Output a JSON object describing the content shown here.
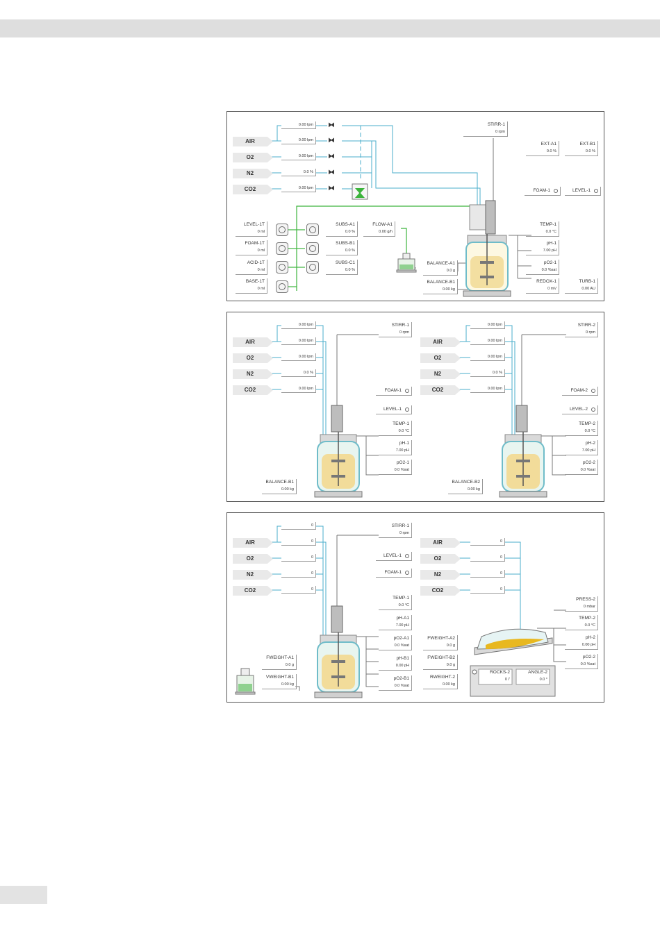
{
  "panel1": {
    "gases": [
      "AIR",
      "O2",
      "N2",
      "CO2"
    ],
    "flows": [
      "0.00 lpm",
      "0.00 lpm",
      "0.00 lpm",
      "0.0 %",
      "0.00 lpm"
    ],
    "stirr": {
      "label": "STIRR-1",
      "value": "0 rpm"
    },
    "ext_a": {
      "label": "EXT-A1",
      "value": "0.0 %"
    },
    "ext_b": {
      "label": "EXT-B1",
      "value": "0.0 %"
    },
    "foam": "FOAM-1",
    "level": "LEVEL-1",
    "levels_left": [
      {
        "label": "LEVEL-1T",
        "value": "0 ml"
      },
      {
        "label": "FOAM-1T",
        "value": "0 ml"
      },
      {
        "label": "ACID-1T",
        "value": "0 ml"
      },
      {
        "label": "BASE-1T",
        "value": "0 ml"
      }
    ],
    "subs": [
      {
        "label": "SUBS-A1",
        "value": "0.0 %"
      },
      {
        "label": "SUBS-B1",
        "value": "0.0 %"
      },
      {
        "label": "SUBS-C1",
        "value": "0.0 %"
      }
    ],
    "flow_a": {
      "label": "FLOW-A1",
      "value": "0.00 g/h"
    },
    "balance_a": {
      "label": "BALANCE-A1",
      "value": "0.0 g"
    },
    "balance_b": {
      "label": "BALANCE-B1",
      "value": "0.00 kg"
    },
    "right": [
      {
        "label": "TEMP-1",
        "value": "0.0 °C"
      },
      {
        "label": "pH-1",
        "value": "7.00 pH"
      },
      {
        "label": "pO2-1",
        "value": "0.0 %sat"
      },
      {
        "label": "REDOX-1",
        "value": "0 mV"
      }
    ],
    "turb": {
      "label": "TURB-1",
      "value": "0.00 AU"
    }
  },
  "panel2": {
    "gases": [
      "AIR",
      "O2",
      "N2",
      "CO2"
    ],
    "left": {
      "flows": [
        "0.00 lpm",
        "0.00 lpm",
        "0.00 lpm",
        "0.0 %",
        "0.00 lpm"
      ],
      "stirr": {
        "label": "STIRR-1",
        "value": "0 rpm"
      },
      "foam": "FOAM-1",
      "level": "LEVEL-1",
      "right": [
        {
          "label": "TEMP-1",
          "value": "0.0 °C"
        },
        {
          "label": "pH-1",
          "value": "7.00 pH"
        },
        {
          "label": "pO2-1",
          "value": "0.0 %sat"
        }
      ],
      "balance": {
        "label": "BALANCE-B1",
        "value": "0.00 kg"
      }
    },
    "right": {
      "flows": [
        "0.00 lpm",
        "0.00 lpm",
        "0.00 lpm",
        "0.0 %",
        "0.00 lpm"
      ],
      "stirr": {
        "label": "STIRR-2",
        "value": "0 rpm"
      },
      "foam": "FOAM-2",
      "level": "LEVEL-2",
      "right": [
        {
          "label": "TEMP-2",
          "value": "0.0 °C"
        },
        {
          "label": "pH-2",
          "value": "7.00 pH"
        },
        {
          "label": "pO2-2",
          "value": "0.0 %sat"
        }
      ],
      "balance": {
        "label": "BALANCE-B2",
        "value": "0.00 kg"
      }
    }
  },
  "panel3": {
    "gases": [
      "AIR",
      "O2",
      "N2",
      "CO2"
    ],
    "left": {
      "flows": [
        "0",
        "0",
        "0",
        "0",
        "0"
      ],
      "stirr": {
        "label": "STIRR-1",
        "value": "0 rpm"
      },
      "level": "LEVEL-1",
      "foam": "FOAM-1",
      "right": [
        {
          "label": "TEMP-1",
          "value": "0.0 °C"
        },
        {
          "label": "pH-A1",
          "value": "7.00 pH"
        },
        {
          "label": "pO2-A1",
          "value": "0.0 %sat"
        },
        {
          "label": "pH-B1",
          "value": "0.00 pH"
        },
        {
          "label": "pO2-B1",
          "value": "0.0 %sat"
        }
      ],
      "fweight": {
        "label": "FWEIGHT-A1",
        "value": "0.0 g"
      },
      "vweight": {
        "label": "VWEIGHT-B1",
        "value": "0.00 kg"
      }
    },
    "right": {
      "flows": [
        "0",
        "0",
        "0",
        "0"
      ],
      "right": [
        {
          "label": "PRESS-2",
          "value": "0 mbar"
        },
        {
          "label": "TEMP-2",
          "value": "0.0 °C"
        },
        {
          "label": "pH-2",
          "value": "0.00 pH"
        },
        {
          "label": "pO2-2",
          "value": "0.0 %sat"
        }
      ],
      "fweight_a2": {
        "label": "FWEIGHT-A2",
        "value": "0.0 g"
      },
      "fweight_b2": {
        "label": "FWEIGHT-B2",
        "value": "0.0 g"
      },
      "rweight": {
        "label": "RWEIGHT-2",
        "value": "0.00 kg"
      },
      "rocks": {
        "label": "ROCKS-2",
        "value": "0 /'"
      },
      "angle": {
        "label": "ANGLE-2",
        "value": "0.0 °"
      }
    }
  },
  "colors": {
    "gas_line": "#4aaecb",
    "substrate_line": "#3cb43c",
    "medium": "#f2dc9a",
    "frame": "#555555"
  }
}
